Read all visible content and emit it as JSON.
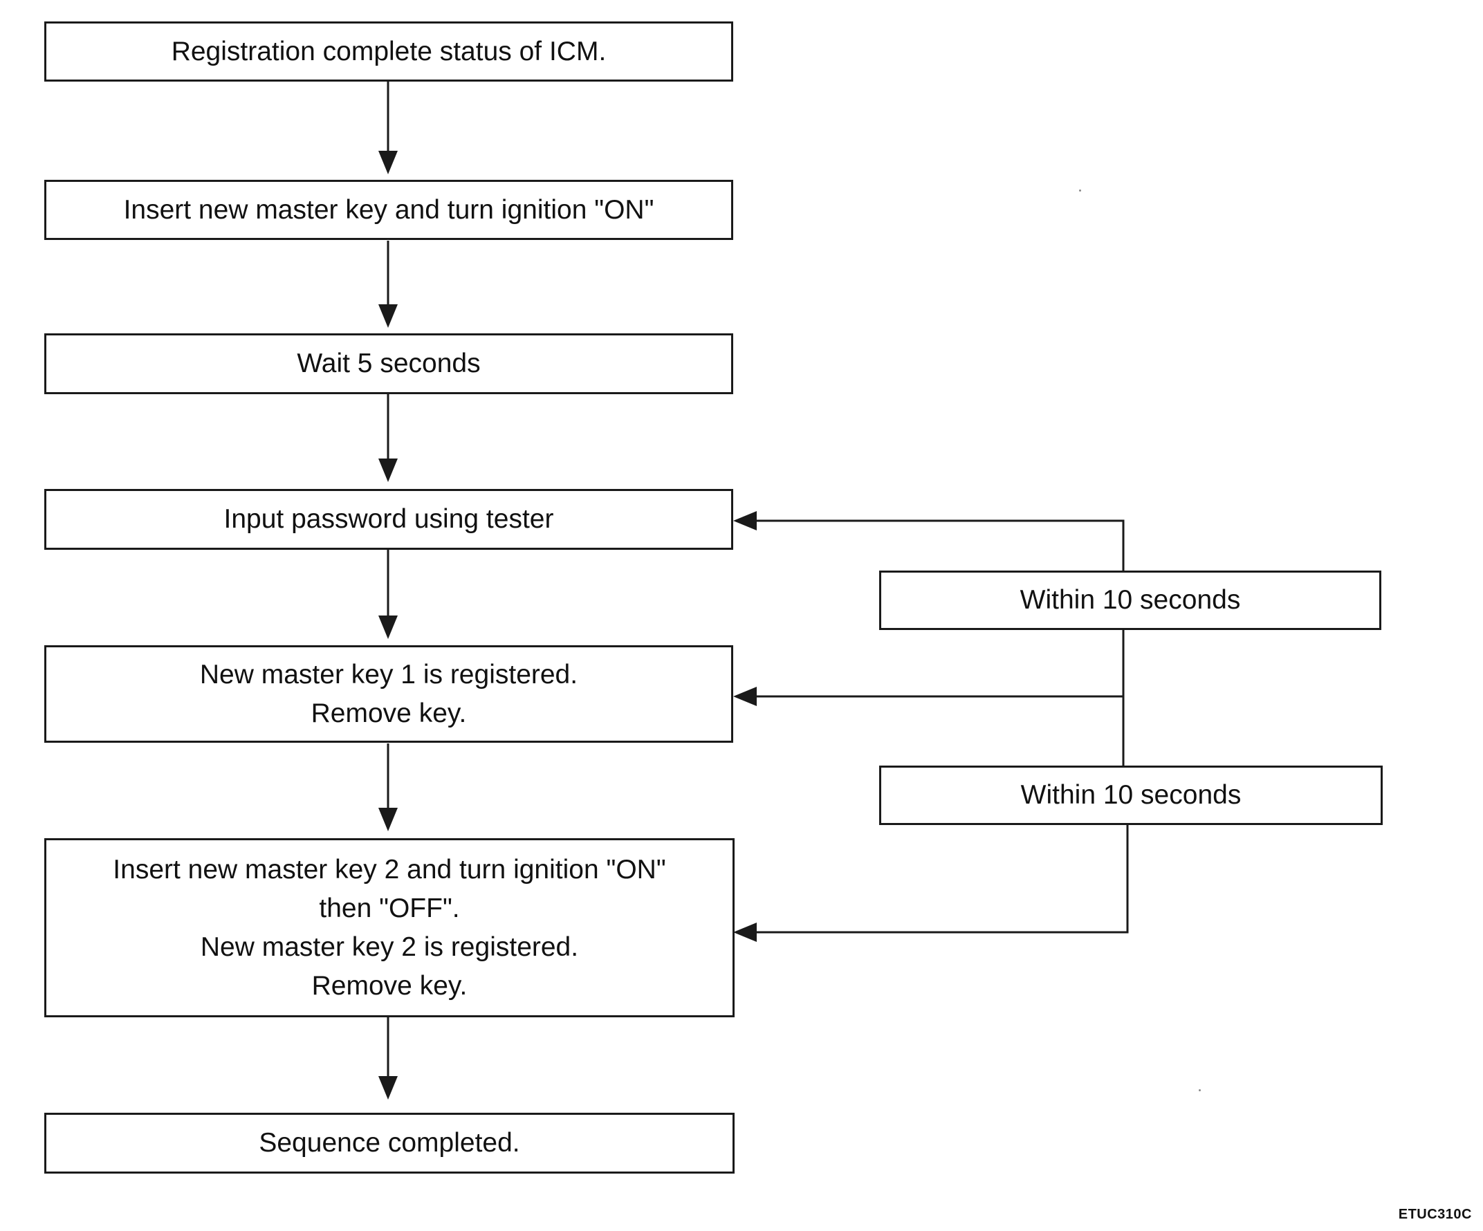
{
  "steps": [
    {
      "id": "s1",
      "lines": [
        "Registration complete status of ICM."
      ]
    },
    {
      "id": "s2",
      "lines": [
        "Insert new master key and turn ignition \"ON\""
      ]
    },
    {
      "id": "s3",
      "lines": [
        "Wait 5 seconds"
      ]
    },
    {
      "id": "s4",
      "lines": [
        "Input password using tester"
      ]
    },
    {
      "id": "s5",
      "lines": [
        "New master key 1 is registered.",
        "Remove key."
      ]
    },
    {
      "id": "s6",
      "lines": [
        "Insert new master key 2 and turn ignition \"ON\"",
        "then \"OFF\".",
        "New master key 2 is registered.",
        "Remove key."
      ]
    },
    {
      "id": "s7",
      "lines": [
        "Sequence completed."
      ]
    }
  ],
  "timers": [
    {
      "id": "t1",
      "label": "Within 10 seconds"
    },
    {
      "id": "t2",
      "label": "Within 10 seconds"
    }
  ],
  "figure_code": "ETUC310C"
}
